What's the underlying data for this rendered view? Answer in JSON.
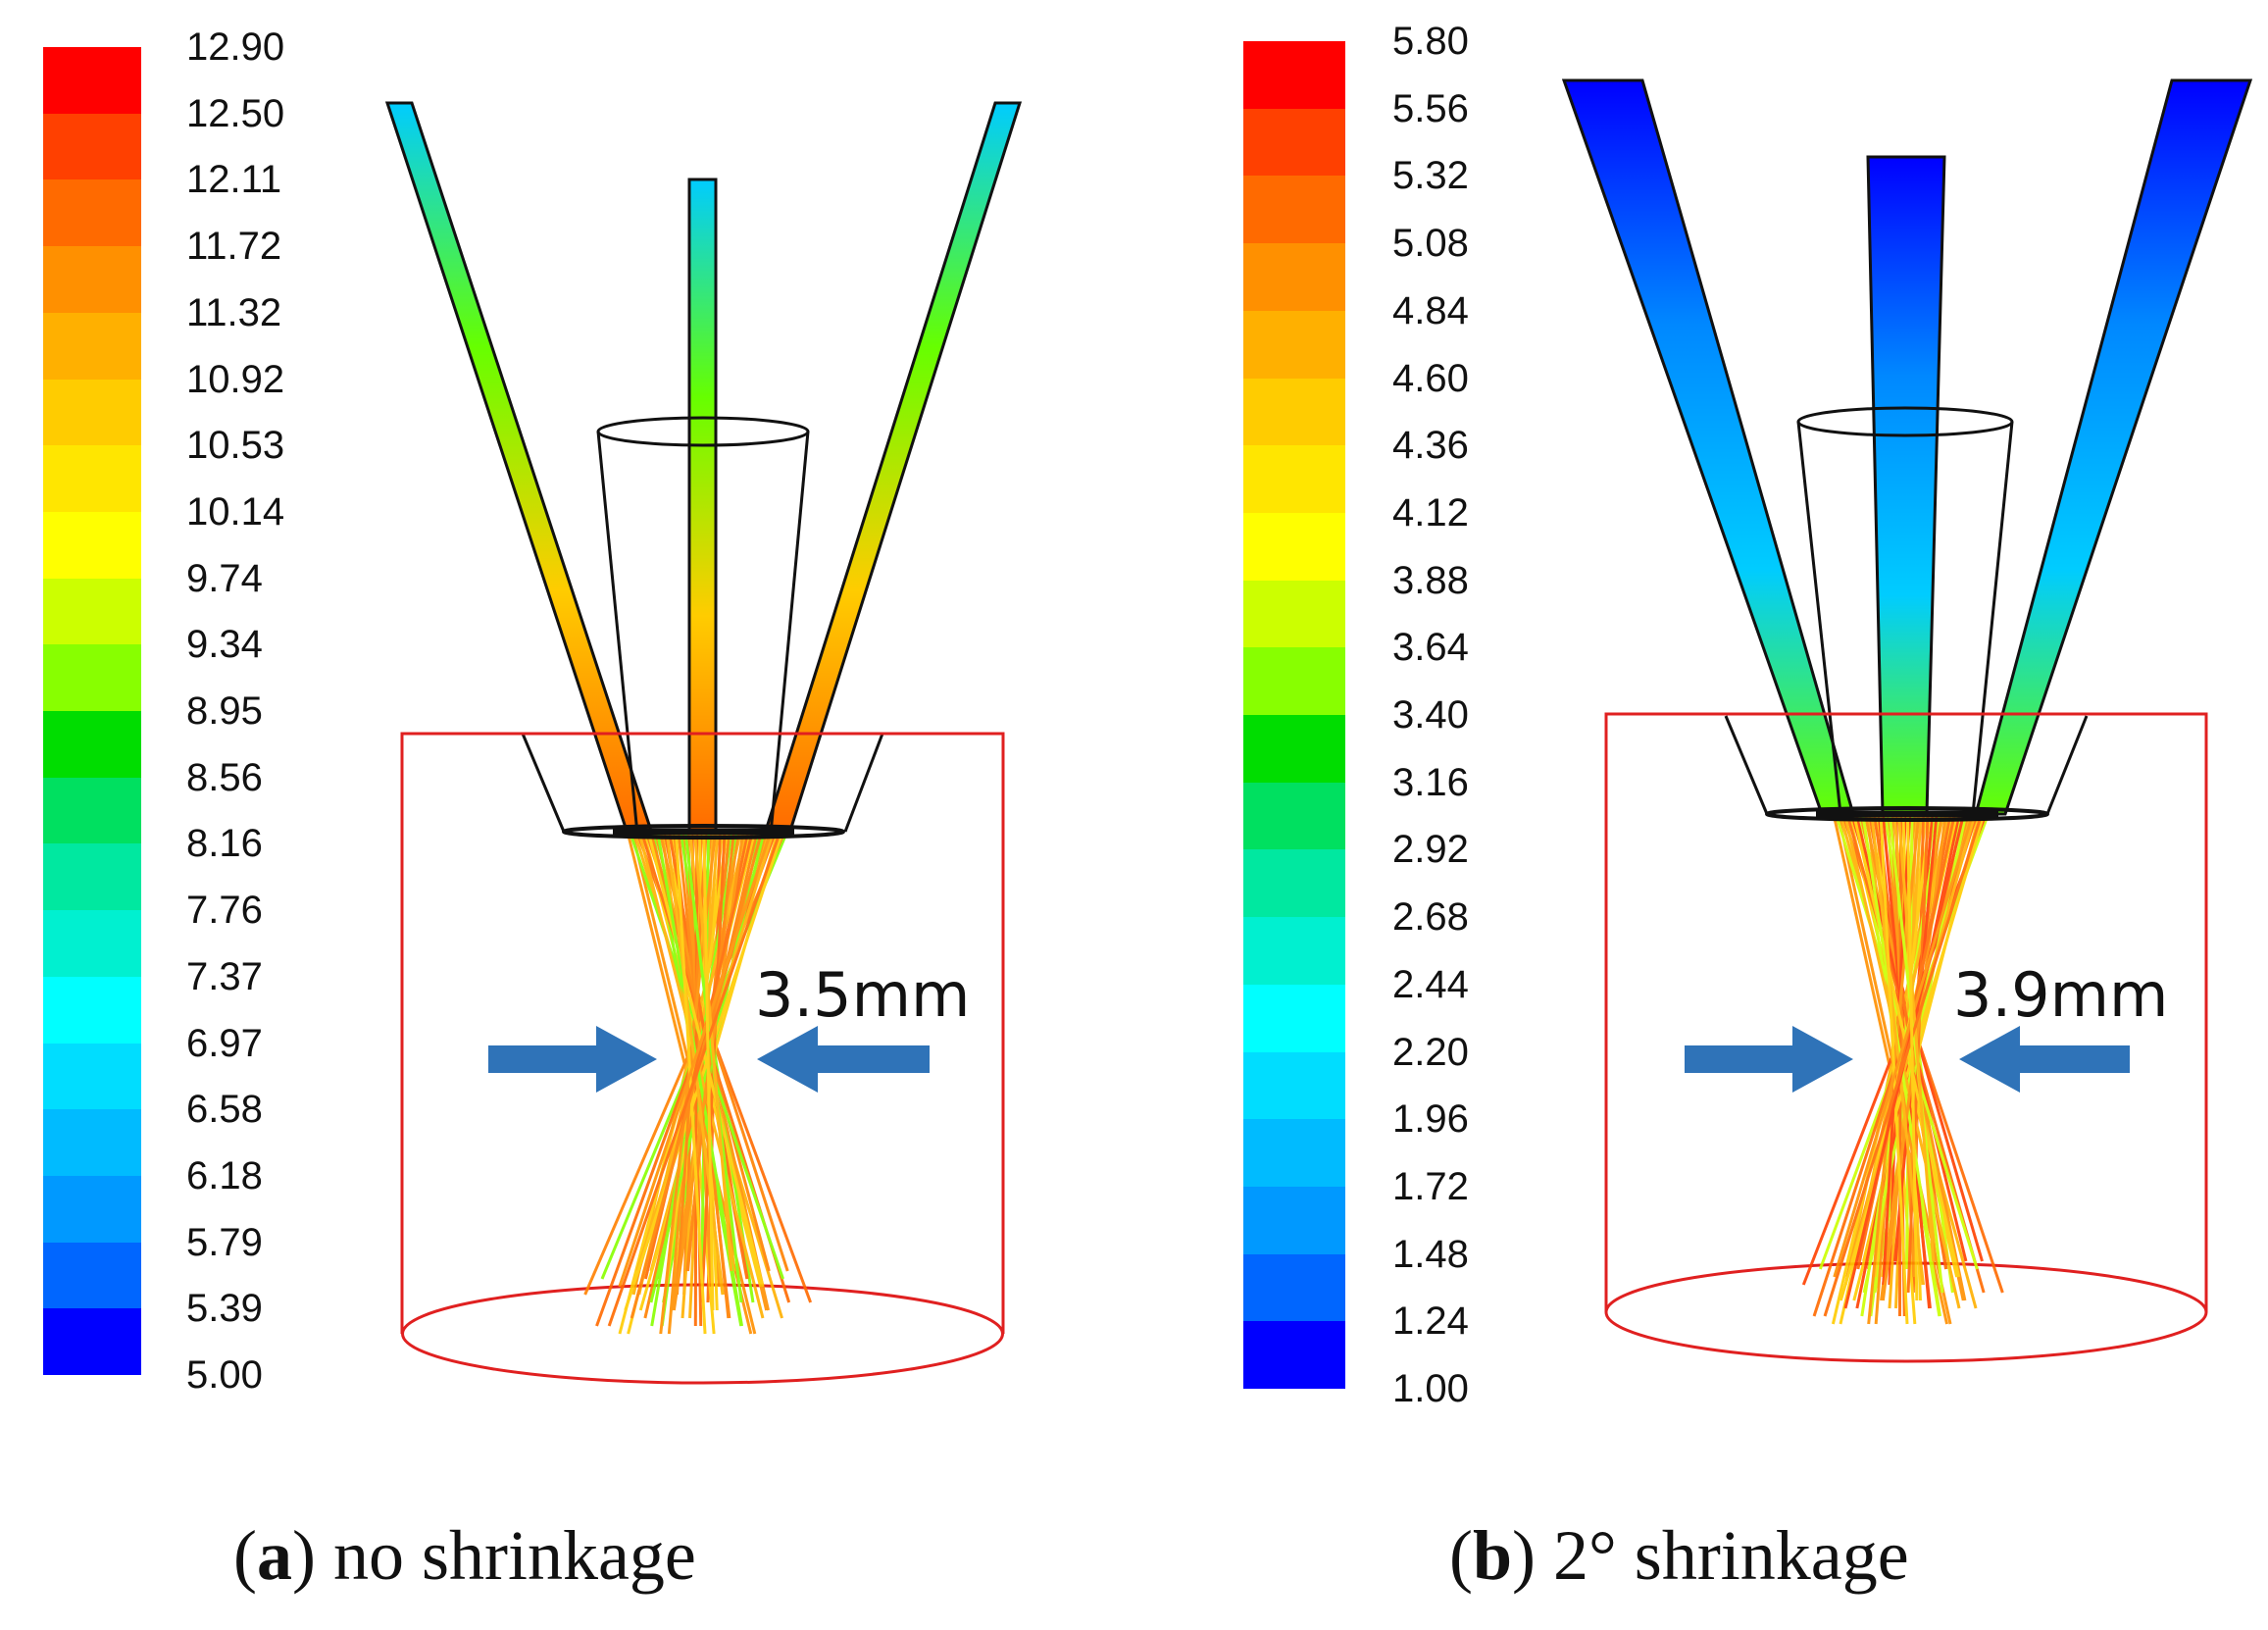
{
  "figure": {
    "panels": [
      {
        "id": "a",
        "colorbar_ticks": [
          "12.90",
          "12.50",
          "12.11",
          "11.72",
          "11.32",
          "10.92",
          "10.53",
          "10.14",
          "9.74",
          "9.34",
          "8.95",
          "8.56",
          "8.16",
          "7.76",
          "7.37",
          "6.97",
          "6.58",
          "6.18",
          "5.79",
          "5.39",
          "5.00"
        ],
        "gap_label": "3.5mm",
        "caption_letter": "a",
        "caption_text": "no shrinkage"
      },
      {
        "id": "b",
        "colorbar_ticks": [
          "5.80",
          "5.56",
          "5.32",
          "5.08",
          "4.84",
          "4.60",
          "4.36",
          "4.12",
          "3.88",
          "3.64",
          "3.40",
          "3.16",
          "2.92",
          "2.68",
          "2.44",
          "2.20",
          "1.96",
          "1.72",
          "1.48",
          "1.24",
          "1.00"
        ],
        "gap_label": "3.9mm",
        "caption_letter": "b",
        "caption_text": "2° shrinkage"
      }
    ],
    "colorbar_colors": [
      "#ff0000",
      "#ff4000",
      "#ff6a00",
      "#ff9000",
      "#ffb000",
      "#ffcc00",
      "#ffe600",
      "#ffff00",
      "#ccff00",
      "#88ff00",
      "#00dd00",
      "#00e060",
      "#00e8a0",
      "#00f0d0",
      "#00ffff",
      "#00ddff",
      "#00bbff",
      "#0099ff",
      "#0066ff",
      "#0000ff"
    ],
    "arrow_color": "#2f73b8",
    "nozzle_outline_color": "#111111",
    "substrate_color": "#e02020"
  }
}
